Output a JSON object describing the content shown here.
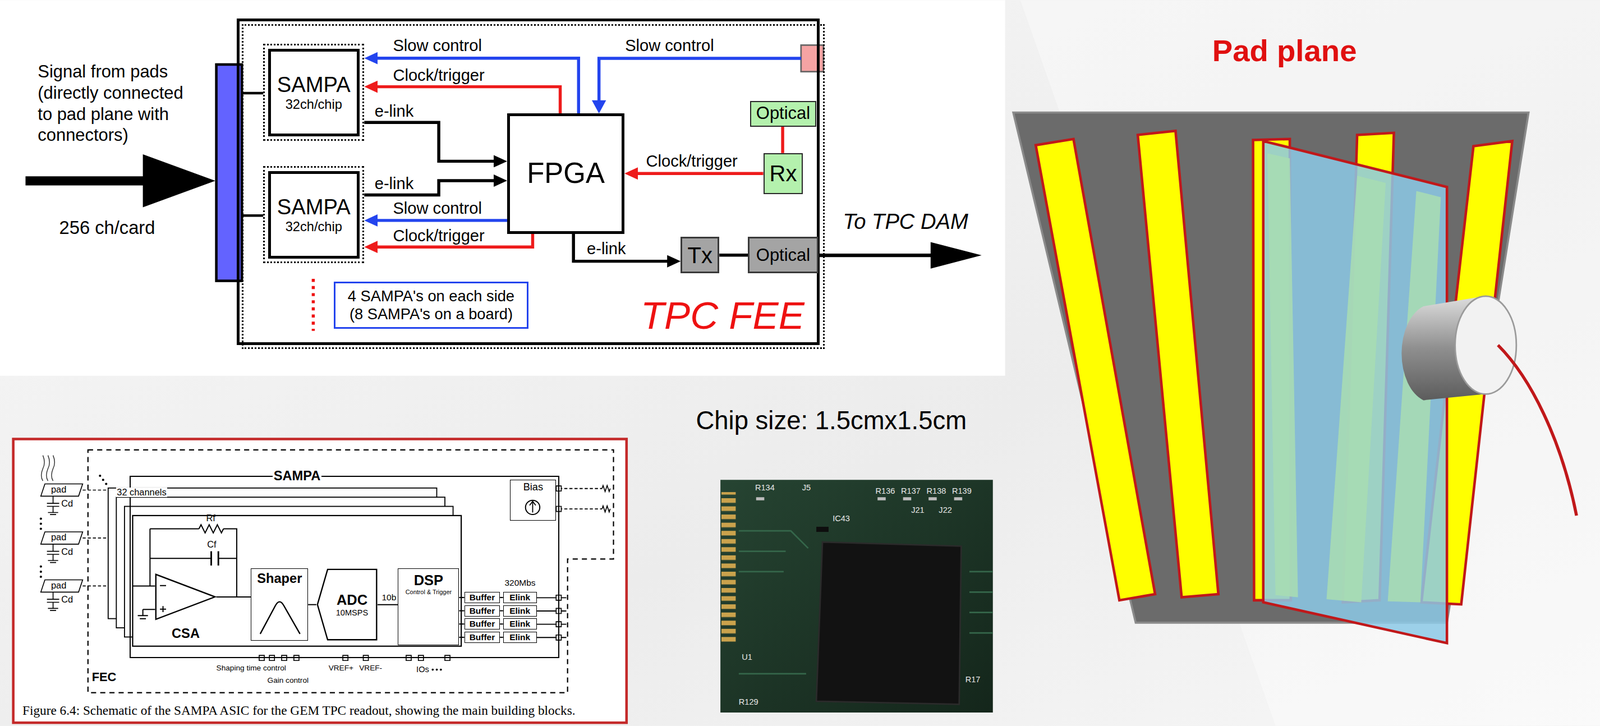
{
  "diagram": {
    "title": "Pad plane",
    "caption": "Figure 6.4: Schematic of the SAMPA ASIC for the GEM TPC readout, showing the main building blocks.",
    "nodes": [
      {
        "text": [
          "TPC FEE"
        ]
      },
      {
        "text": [
          "SAMPA",
          "32ch/chip"
        ],
        "in": 0
      },
      {
        "text": [
          "SAMPA",
          "32ch/chip"
        ],
        "in": 0
      },
      {
        "text": [
          "FPGA"
        ],
        "in": 0
      },
      {
        "text": [
          "Optical"
        ],
        "in": 0
      },
      {
        "text": [
          "Rx"
        ],
        "in": 0
      },
      {
        "text": [
          "Tx"
        ],
        "in": 0
      },
      {
        "text": [
          "Optical"
        ],
        "in": 0
      },
      {
        "text": [
          "4 SAMPA's on each side (8 SAMPA's on a board)"
        ],
        "in": 0
      },
      {
        "text": [
          "FEC"
        ]
      },
      {
        "text": [
          "SAMPA"
        ],
        "in": 9
      },
      {
        "text": [
          "Bias"
        ],
        "in": 10
      },
      {
        "text": [
          "CSA"
        ],
        "in": 10
      },
      {
        "text": [
          "Shaper"
        ],
        "in": 10
      },
      {
        "text": [
          "ADC",
          "10MSPS"
        ],
        "in": 10
      },
      {
        "text": [
          "DSP",
          "Control & Trigger"
        ],
        "in": 10
      },
      {
        "text": [
          "Buffer"
        ],
        "in": 10
      },
      {
        "text": [
          "Buffer"
        ],
        "in": 10
      },
      {
        "text": [
          "Buffer"
        ],
        "in": 10
      },
      {
        "text": [
          "Buffer"
        ],
        "in": 10
      },
      {
        "text": [
          "Elink"
        ],
        "in": 10
      },
      {
        "text": [
          "Elink"
        ],
        "in": 10
      },
      {
        "text": [
          "Elink"
        ],
        "in": 10
      },
      {
        "text": [
          "Elink"
        ],
        "in": 10
      }
    ],
    "edges": [
      {
        "from": 3,
        "to": 1,
        "label": "Slow control",
        "arrow": "to"
      },
      {
        "from": 3,
        "to": 1,
        "label": "Clock/trigger",
        "arrow": "to"
      },
      {
        "from": 1,
        "to": 3,
        "label": "e-link",
        "arrow": "to"
      },
      {
        "from": 2,
        "to": 3,
        "label": "e-link",
        "arrow": "to"
      },
      {
        "from": 3,
        "to": 2,
        "label": "Slow control",
        "arrow": "to"
      },
      {
        "from": 3,
        "to": 2,
        "label": "Clock/trigger",
        "arrow": "to"
      },
      {
        "from": 5,
        "to": 3,
        "label": "Clock/trigger",
        "arrow": "to"
      },
      {
        "from": 3,
        "to": 6,
        "label": "e-link",
        "arrow": "to"
      },
      {
        "from": 6,
        "to": 7,
        "arrow": "none"
      },
      {
        "from": 4,
        "to": 5,
        "arrow": "none"
      },
      {
        "from": 12,
        "to": 13,
        "arrow": "none"
      },
      {
        "from": 13,
        "to": 14,
        "arrow": "none"
      },
      {
        "from": 14,
        "to": 15,
        "label": "10b",
        "arrow": "none"
      },
      {
        "from": 15,
        "to": 16,
        "arrow": "none"
      },
      {
        "from": 15,
        "to": 17,
        "arrow": "none"
      },
      {
        "from": 15,
        "to": 18,
        "arrow": "none"
      },
      {
        "from": 15,
        "to": 19,
        "arrow": "none"
      },
      {
        "from": 16,
        "to": 20,
        "arrow": "none"
      },
      {
        "from": 17,
        "to": 21,
        "arrow": "none"
      },
      {
        "from": 18,
        "to": 22,
        "arrow": "none"
      },
      {
        "from": 19,
        "to": 23,
        "arrow": "none"
      }
    ],
    "labels": [
      "Signal from pads (directly connected to pad plane with connectors)",
      "256 ch/card",
      "Slow control",
      "To TPC DAM",
      "32 channels",
      "pad",
      "pad",
      "pad",
      "Cd",
      "Cd",
      "Cd",
      "Rf",
      "Cf",
      "320Mbs",
      "Shaping time control",
      "Gain control",
      "VREF+",
      "VREF-",
      "IOs",
      "Chip size: 1.5cmx1.5cm",
      "R134",
      "J5",
      "R136",
      "R137",
      "R138",
      "R139",
      "J21",
      "J22",
      "IC43",
      "U1",
      "R17",
      "R129"
    ]
  }
}
